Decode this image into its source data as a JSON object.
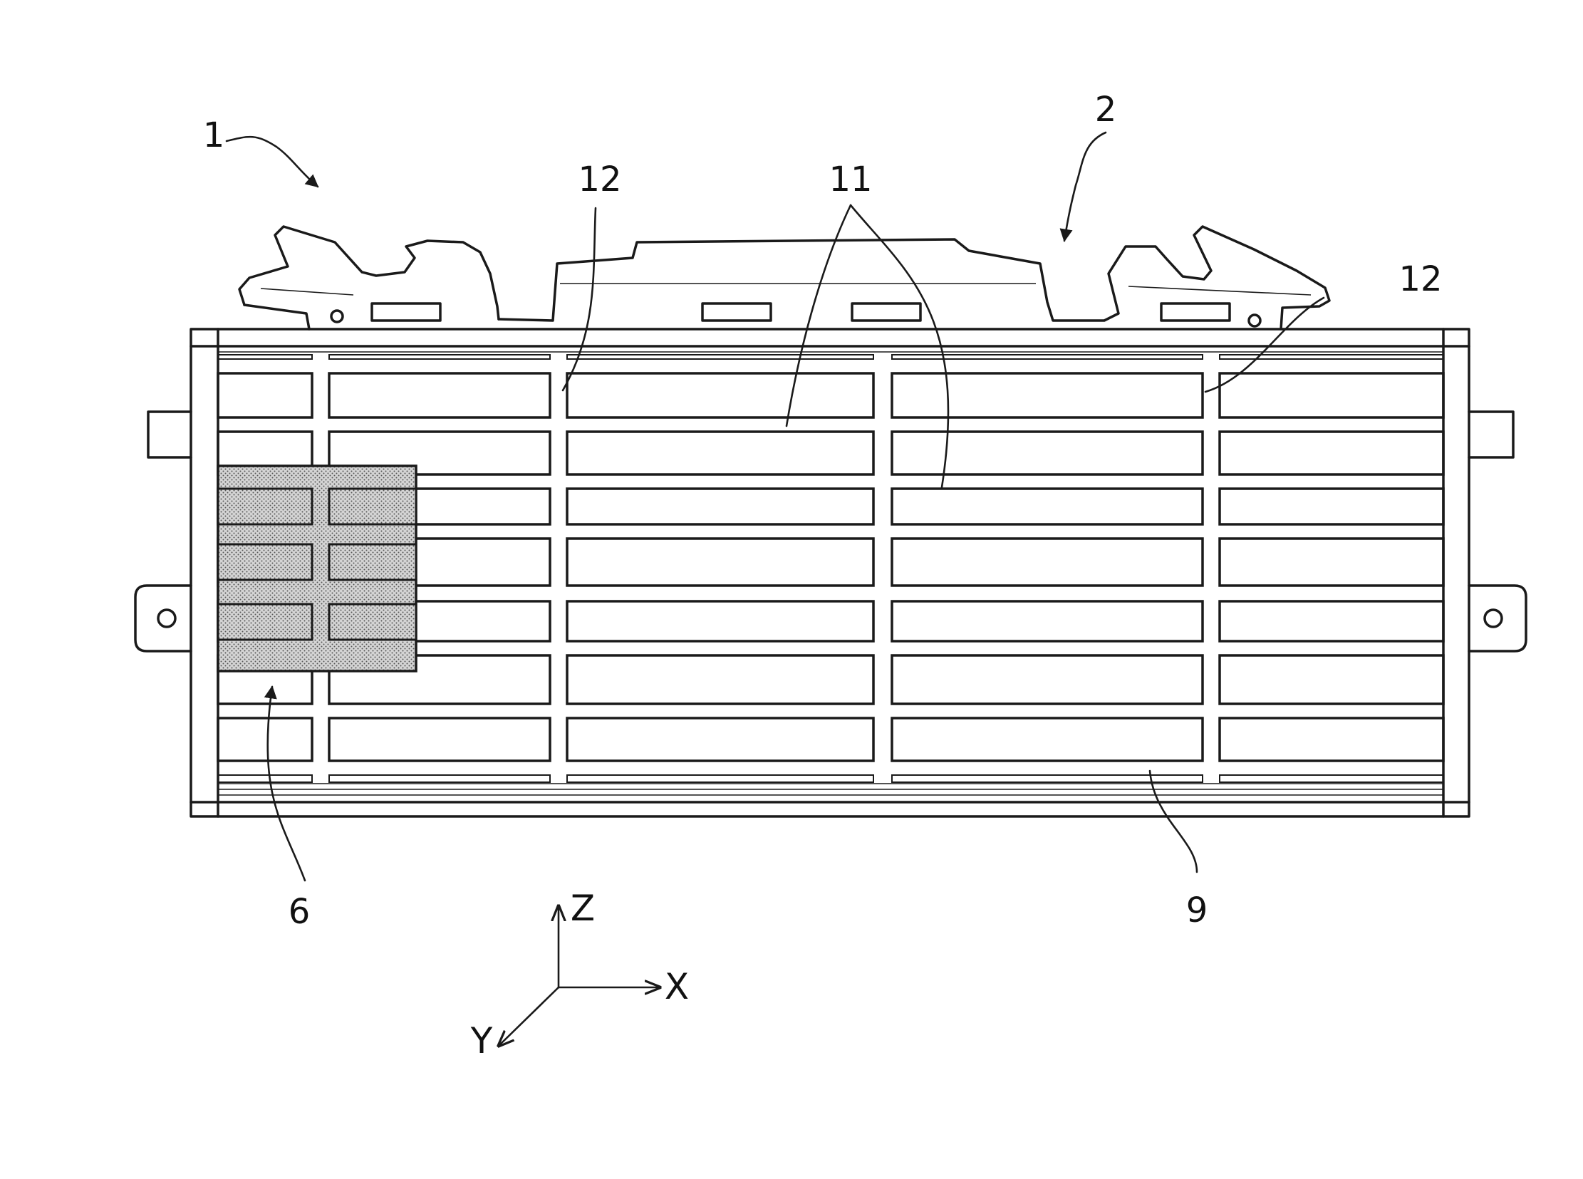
{
  "colors": {
    "ink": "#1a1a1a",
    "paper": "#ffffff",
    "stipple": "#c8c8c8"
  },
  "labels": {
    "ref_1": "1",
    "ref_2": "2",
    "ref_12_left": "12",
    "ref_11": "11",
    "ref_12_right": "12",
    "ref_6": "6",
    "ref_9": "9"
  },
  "axes": {
    "z": "Z",
    "x": "X",
    "y": "Y"
  }
}
